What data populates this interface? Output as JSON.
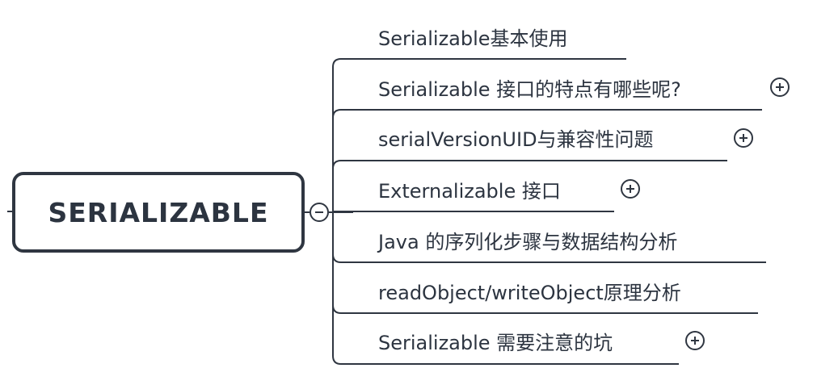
{
  "root": {
    "label": "SERIALIZABLE"
  },
  "branches": [
    {
      "label": "Serializable基本使用",
      "expandable": false
    },
    {
      "label": "Serializable 接口的特点有哪些呢?",
      "expandable": true
    },
    {
      "label": "serialVersionUID与兼容性问题",
      "expandable": true
    },
    {
      "label": "Externalizable 接口",
      "expandable": true
    },
    {
      "label": "Java 的序列化步骤与数据结构分析",
      "expandable": false
    },
    {
      "label": "readObject/writeObject原理分析",
      "expandable": false
    },
    {
      "label": "Serializable 需要注意的坑",
      "expandable": true
    }
  ],
  "colors": {
    "line": "#2f3641",
    "text": "#2c3440",
    "background": "#ffffff"
  }
}
